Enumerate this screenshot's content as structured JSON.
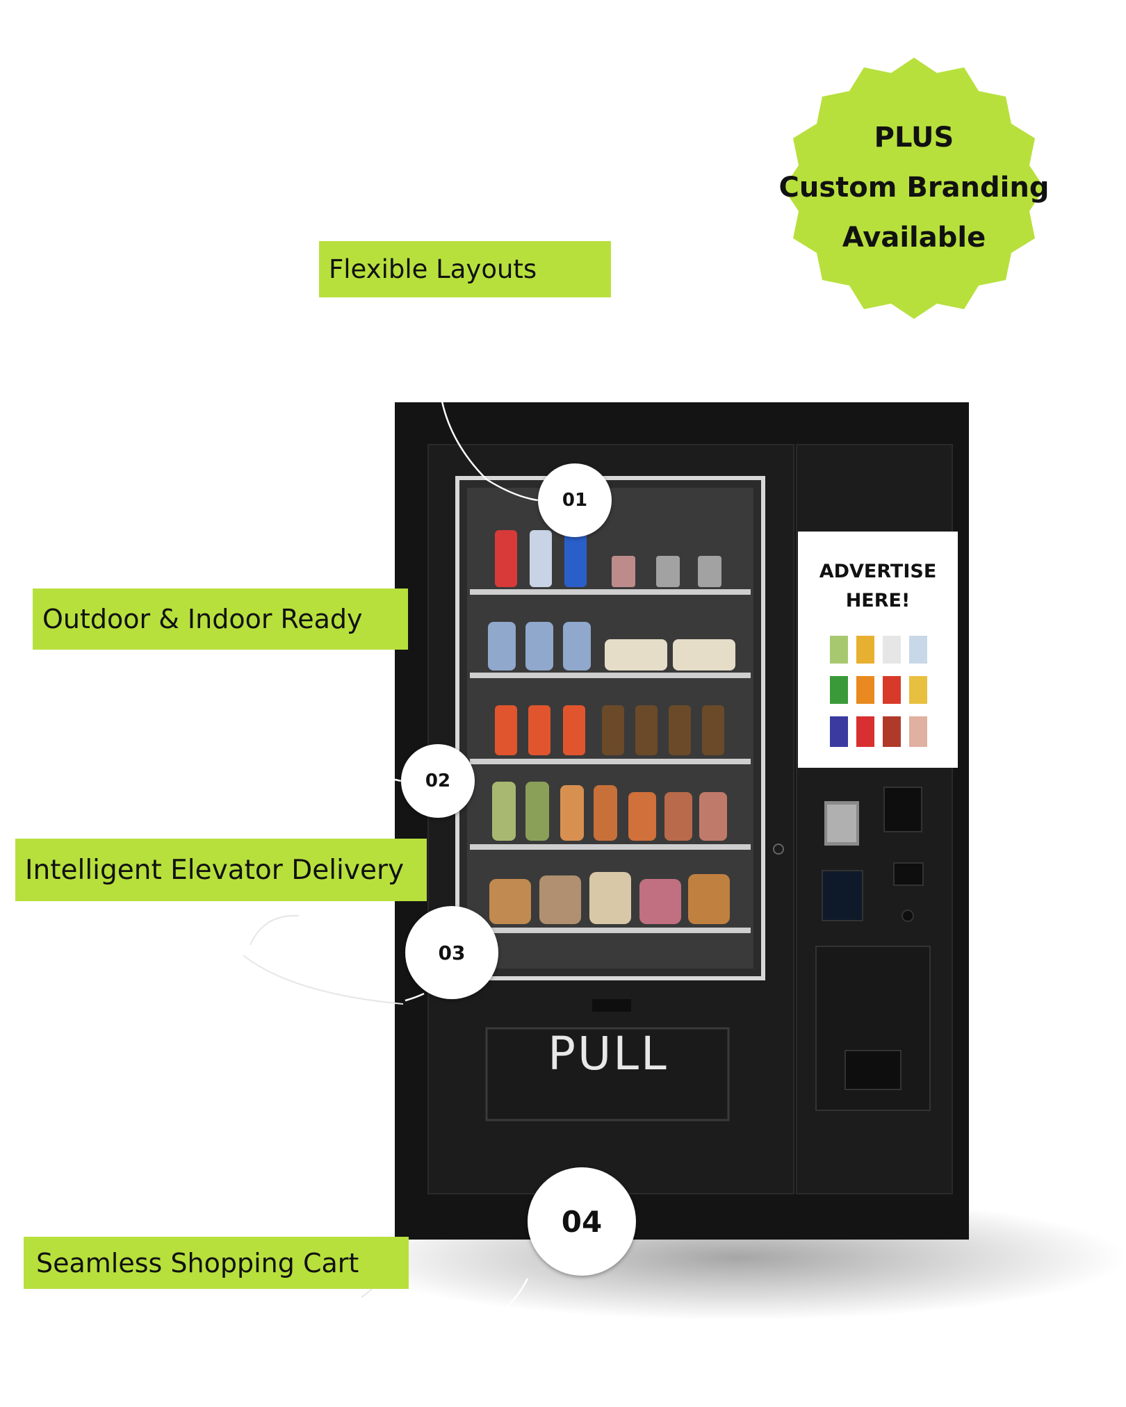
{
  "labels": {
    "flexible_layouts": "Flexible Layouts",
    "outdoor_indoor": "Outdoor & Indoor Ready",
    "elevator_delivery": "Intelligent Elevator Delivery",
    "shopping_cart": "Seamless Shopping Cart"
  },
  "badge": {
    "line1": "PLUS",
    "line2": "Custom Branding",
    "line3": "Available"
  },
  "numbers": [
    "01",
    "02",
    "03",
    "04"
  ],
  "screen": {
    "line1": "ADVERTISE",
    "line2": "HERE!"
  },
  "machine": {
    "pull_label": "PULL"
  },
  "colors": {
    "accent": "#b7e03d",
    "machine": "#141414"
  }
}
